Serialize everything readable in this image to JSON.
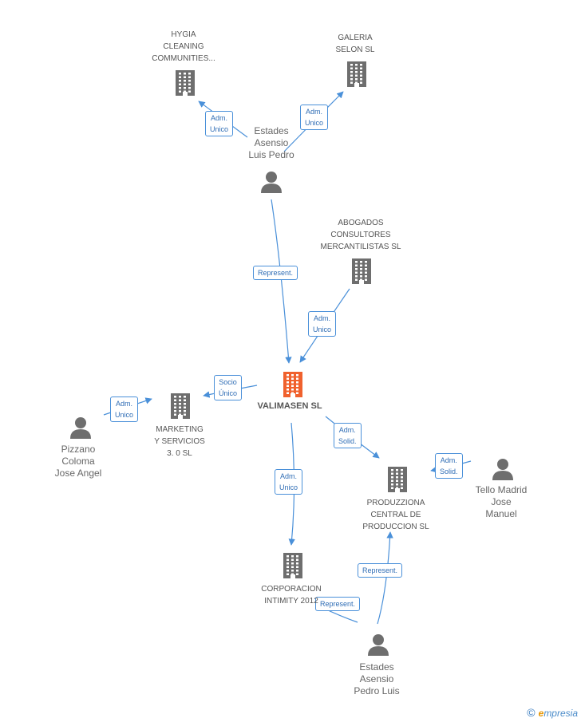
{
  "colors": {
    "company": "#6e6e6e",
    "main_company": "#f0612d",
    "person": "#6e6e6e",
    "edge": "#4a90d9"
  },
  "nodes": [
    {
      "id": "hygia",
      "type": "company",
      "label": "HYGIA\nCLEANING\nCOMMUNITIES...",
      "icon": "building-icon"
    },
    {
      "id": "galeria",
      "type": "company",
      "label": "GALERIA\nSELON  SL",
      "icon": "building-icon"
    },
    {
      "id": "estades_luis",
      "type": "person",
      "label": "Estades\nAsensio\nLuis Pedro",
      "icon": "person-icon"
    },
    {
      "id": "abogados",
      "type": "company",
      "label": "ABOGADOS\nCONSULTORES\nMERCANTILISTAS SL",
      "icon": "building-icon"
    },
    {
      "id": "valimasen",
      "type": "main",
      "label": "VALIMASEN SL",
      "icon": "building-icon"
    },
    {
      "id": "marketing",
      "type": "company",
      "label": "MARKETING\nY SERVICIOS\n3. 0  SL",
      "icon": "building-icon"
    },
    {
      "id": "pizzano",
      "type": "person",
      "label": "Pizzano\nColoma\nJose Angel",
      "icon": "person-icon"
    },
    {
      "id": "produzziona",
      "type": "company",
      "label": "PRODUZZIONA\nCENTRAL DE\nPRODUCCION SL",
      "icon": "building-icon"
    },
    {
      "id": "tello",
      "type": "person",
      "label": "Tello Madrid\nJose\nManuel",
      "icon": "person-icon"
    },
    {
      "id": "corporacion",
      "type": "company",
      "label": "CORPORACION\nINTIMITY 2012",
      "icon": "building-icon"
    },
    {
      "id": "estades_pedro",
      "type": "person",
      "label": "Estades\nAsensio\nPedro Luis",
      "icon": "person-icon"
    }
  ],
  "edges": [
    {
      "from": "estades_luis",
      "to": "hygia",
      "label": "Adm.\nUnico"
    },
    {
      "from": "estades_luis",
      "to": "galeria",
      "label": "Adm.\nUnico"
    },
    {
      "from": "estades_luis",
      "to": "valimasen",
      "label": "Represent."
    },
    {
      "from": "abogados",
      "to": "valimasen",
      "label": "Adm.\nUnico"
    },
    {
      "from": "valimasen",
      "to": "marketing",
      "label": "Socio\nÚnico"
    },
    {
      "from": "pizzano",
      "to": "marketing",
      "label": "Adm.\nUnico"
    },
    {
      "from": "valimasen",
      "to": "produzziona",
      "label": "Adm.\nSolid."
    },
    {
      "from": "tello",
      "to": "produzziona",
      "label": "Adm.\nSolid."
    },
    {
      "from": "valimasen",
      "to": "corporacion",
      "label": "Adm.\nUnico"
    },
    {
      "from": "estades_pedro",
      "to": "produzziona",
      "label": "Represent."
    },
    {
      "from": "estades_pedro",
      "to": "corporacion",
      "label": "Represent."
    }
  ],
  "footer": {
    "copyright": "©",
    "brand_first": "e",
    "brand_rest": "mpresia"
  }
}
